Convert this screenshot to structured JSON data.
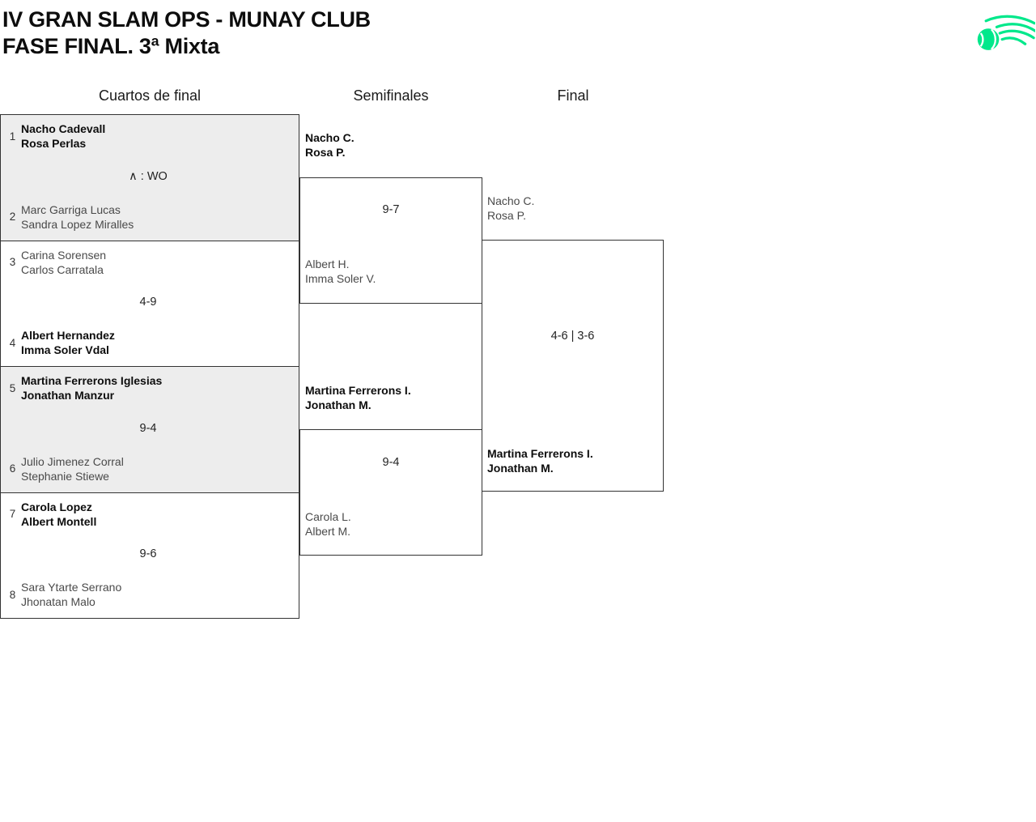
{
  "header": {
    "title_line1": "IV GRAN SLAM OPS - MUNAY CLUB",
    "title_line2": "FASE FINAL. 3ª Mixta"
  },
  "logo": {
    "icon": "tennis-ball-swoosh",
    "color": "#00E88B"
  },
  "rounds": {
    "quarterfinals_label": "Cuartos de final",
    "semifinals_label": "Semifinales",
    "final_label": "Final"
  },
  "quarterfinals": [
    {
      "seed_top": "1",
      "team_top_1": "Nacho Cadevall",
      "team_top_2": "Rosa Perlas",
      "score": "∧ : WO",
      "seed_bottom": "2",
      "team_bottom_1": "Marc Garriga Lucas",
      "team_bottom_2": "Sandra Lopez Miralles",
      "winner": "top"
    },
    {
      "seed_top": "3",
      "team_top_1": "Carina Sorensen",
      "team_top_2": "Carlos Carratala",
      "score": "4-9",
      "seed_bottom": "4",
      "team_bottom_1": "Albert Hernandez",
      "team_bottom_2": "Imma Soler Vdal",
      "winner": "bottom"
    },
    {
      "seed_top": "5",
      "team_top_1": "Martina Ferrerons Iglesias",
      "team_top_2": "Jonathan Manzur",
      "score": "9-4",
      "seed_bottom": "6",
      "team_bottom_1": "Julio Jimenez Corral",
      "team_bottom_2": "Stephanie Stiewe",
      "winner": "top"
    },
    {
      "seed_top": "7",
      "team_top_1": "Carola Lopez",
      "team_top_2": "Albert Montell",
      "score": "9-6",
      "seed_bottom": "8",
      "team_bottom_1": "Sara Ytarte Serrano",
      "team_bottom_2": "Jhonatan Malo",
      "winner": "top"
    }
  ],
  "semifinals": [
    {
      "team_top_1": "Nacho C.",
      "team_top_2": "Rosa P.",
      "score": "9-7",
      "team_bottom_1": "Albert H.",
      "team_bottom_2": "Imma Soler V.",
      "winner": "top"
    },
    {
      "team_top_1": "Martina Ferrerons I.",
      "team_top_2": "Jonathan M.",
      "score": "9-4",
      "team_bottom_1": "Carola L.",
      "team_bottom_2": "Albert M.",
      "winner": "top"
    }
  ],
  "final": {
    "team_top_1": "Nacho C.",
    "team_top_2": "Rosa P.",
    "score": "4-6 | 3-6",
    "team_bottom_1": "Martina Ferrerons I.",
    "team_bottom_2": "Jonathan M.",
    "winner": "bottom"
  },
  "colors": {
    "accent_green": "#00E88B",
    "line": "#333333",
    "shaded_cell": "#EDEDED",
    "winner_text": "#0D0D0D",
    "loser_text": "#4A4A4A"
  }
}
